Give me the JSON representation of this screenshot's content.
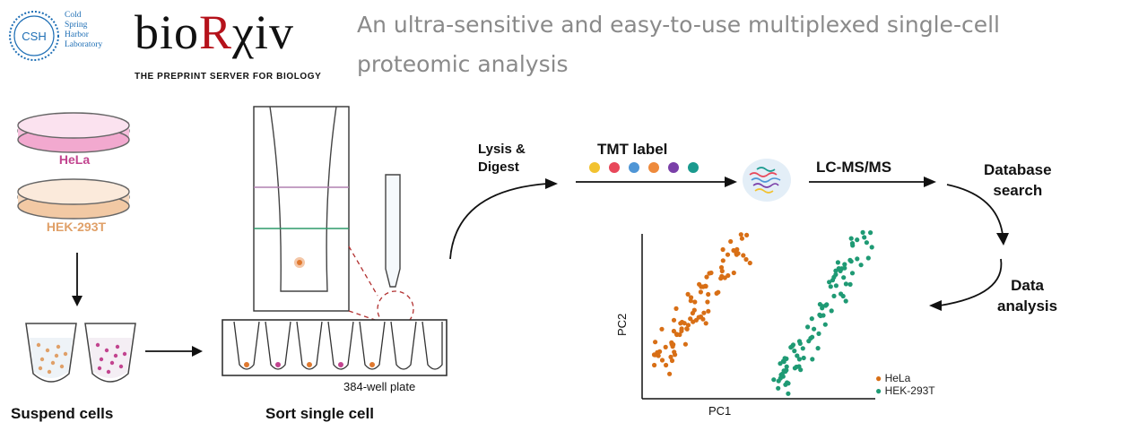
{
  "header": {
    "csh_logo": {
      "badge": "CSH",
      "lines": [
        "Cold",
        "Spring",
        "Harbor",
        "Laboratory"
      ]
    },
    "brand": {
      "prefix": "bio",
      "r": "R",
      "suffix": "χiv",
      "tagline": "THE PREPRINT SERVER FOR BIOLOGY"
    },
    "title": "An ultra-sensitive and easy-to-use multiplexed single-cell proteomic analysis"
  },
  "diagram": {
    "cell_lines": [
      {
        "label": "HeLa",
        "color": "#c2448f"
      },
      {
        "label": "HEK-293T",
        "color": "#e0a068"
      }
    ],
    "steps": {
      "suspend": "Suspend cells",
      "sort": "Sort single cell",
      "plate": "384-well plate",
      "lysis": [
        "Lysis &",
        "Digest"
      ],
      "tmt": "TMT label",
      "lcms": "LC-MS/MS",
      "database": [
        "Database",
        "search"
      ],
      "analysis": [
        "Data",
        "analysis"
      ]
    },
    "tmt_colors": [
      "#f2c230",
      "#e8475a",
      "#4f96d6",
      "#ee8a3c",
      "#7a3fa8",
      "#1a9a8e"
    ]
  },
  "chart_data": {
    "type": "scatter",
    "xlabel": "PC1",
    "ylabel": "PC2",
    "series": [
      {
        "name": "HeLa",
        "color": "#d86f16"
      },
      {
        "name": "HEK-293T",
        "color": "#1f9a74"
      }
    ]
  }
}
